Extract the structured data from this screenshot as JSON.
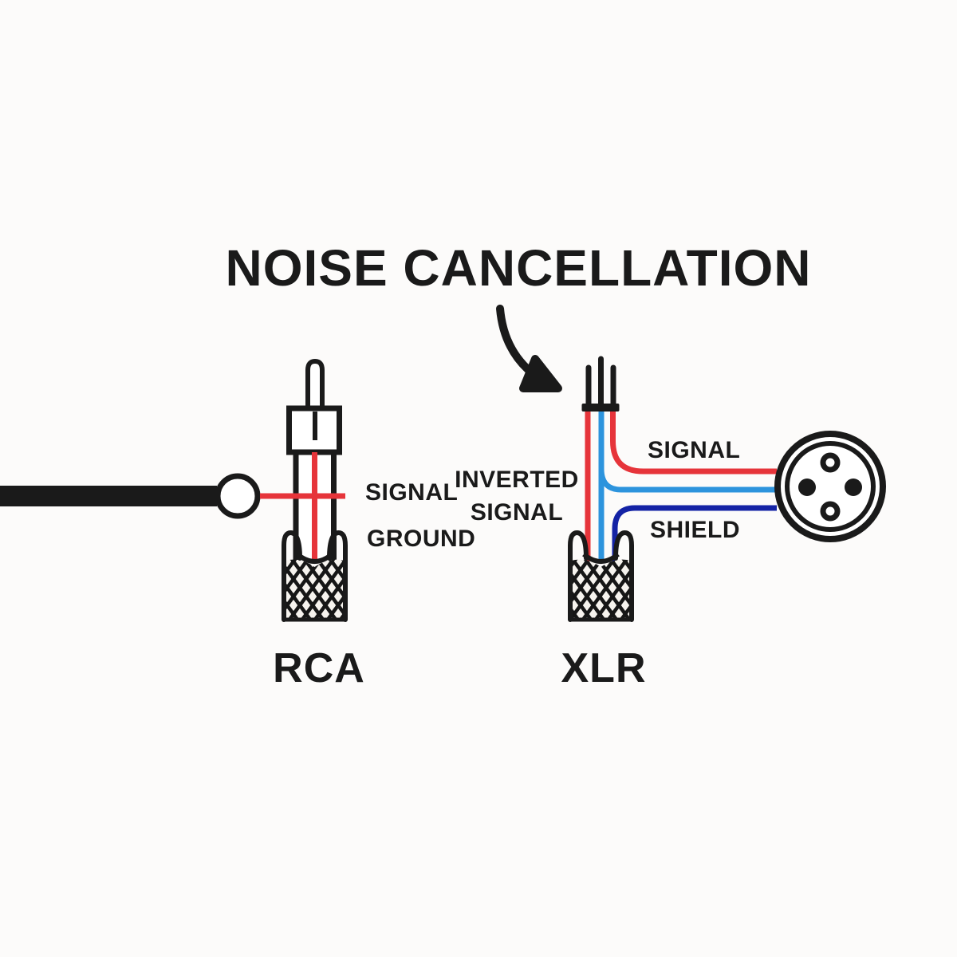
{
  "title": "NOISE CANCELLATION",
  "colors": {
    "red": "#e6343a",
    "light_blue": "#2d94dd",
    "dark_blue": "#1423a5",
    "ink": "#1a1a1a",
    "background": "#fcfbfa"
  },
  "rca": {
    "name": "RCA",
    "labels": {
      "signal": "SIGNAL",
      "ground": "GROUND"
    }
  },
  "xlr": {
    "name": "XLR",
    "labels": {
      "inverted_signal": "INVERTED SIGNAL",
      "signal": "SIGNAL",
      "shield": "SHIELD"
    }
  }
}
